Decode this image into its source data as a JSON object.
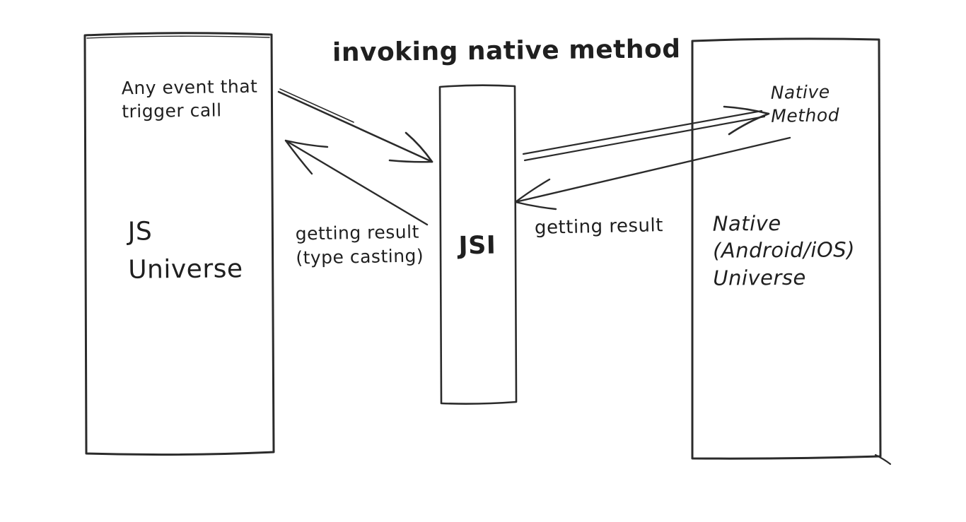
{
  "title": "invoking native method",
  "colors": {
    "ink": "#2b2b2b",
    "paper": "#ffffff"
  },
  "js_universe_box": {
    "note": {
      "line1": "Any event that",
      "line2": "trigger call"
    },
    "label": {
      "line1": "JS",
      "line2": "Universe"
    }
  },
  "jsi_box": {
    "label": "JSI"
  },
  "native_universe_box": {
    "note": {
      "line1": "Native",
      "line2": "Method"
    },
    "label": {
      "line1": "Native",
      "line2": "(Android/iOS)",
      "line3": "Universe"
    }
  },
  "edge_labels": {
    "result_to_js": {
      "line1": "getting result",
      "line2": "(type casting)"
    },
    "result_to_jsi": "getting result"
  }
}
